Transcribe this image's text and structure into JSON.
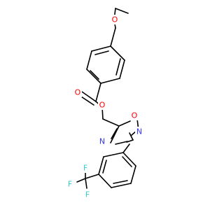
{
  "molecule": {
    "atoms": {
      "ether_oxygen": "O",
      "carbonyl_oxygen": "O",
      "ester_oxygen": "O",
      "ring_oxygen": "O",
      "ring_nitrogen_upper": "N",
      "ring_nitrogen_lower": "N",
      "fluorine_top": "F",
      "fluorine_left": "F",
      "fluorine_bottom": "F"
    }
  },
  "colors": {
    "bond": "#000000",
    "oxygen": "#ff0000",
    "nitrogen": "#3333ff",
    "fluorine": "#33cccc"
  }
}
